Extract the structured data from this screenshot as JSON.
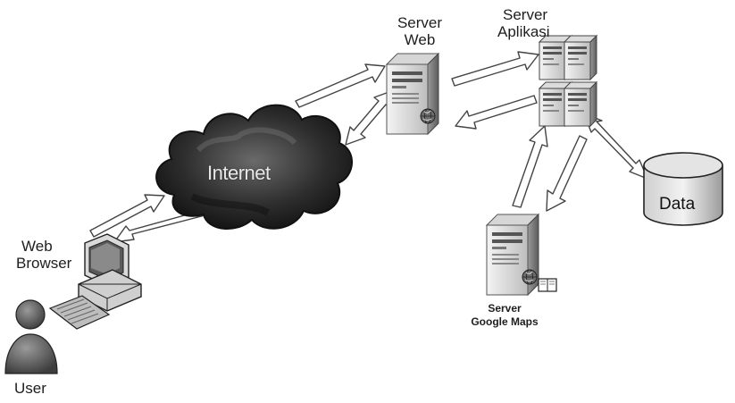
{
  "labels": {
    "server_web": [
      "Server",
      "Web"
    ],
    "server_app": [
      "Server",
      "Aplikasi"
    ],
    "internet": "Internet",
    "data": "Data",
    "web_browser": [
      "Web",
      "Browser"
    ],
    "user": "User",
    "server_maps": [
      "Server",
      "Google Maps"
    ]
  }
}
